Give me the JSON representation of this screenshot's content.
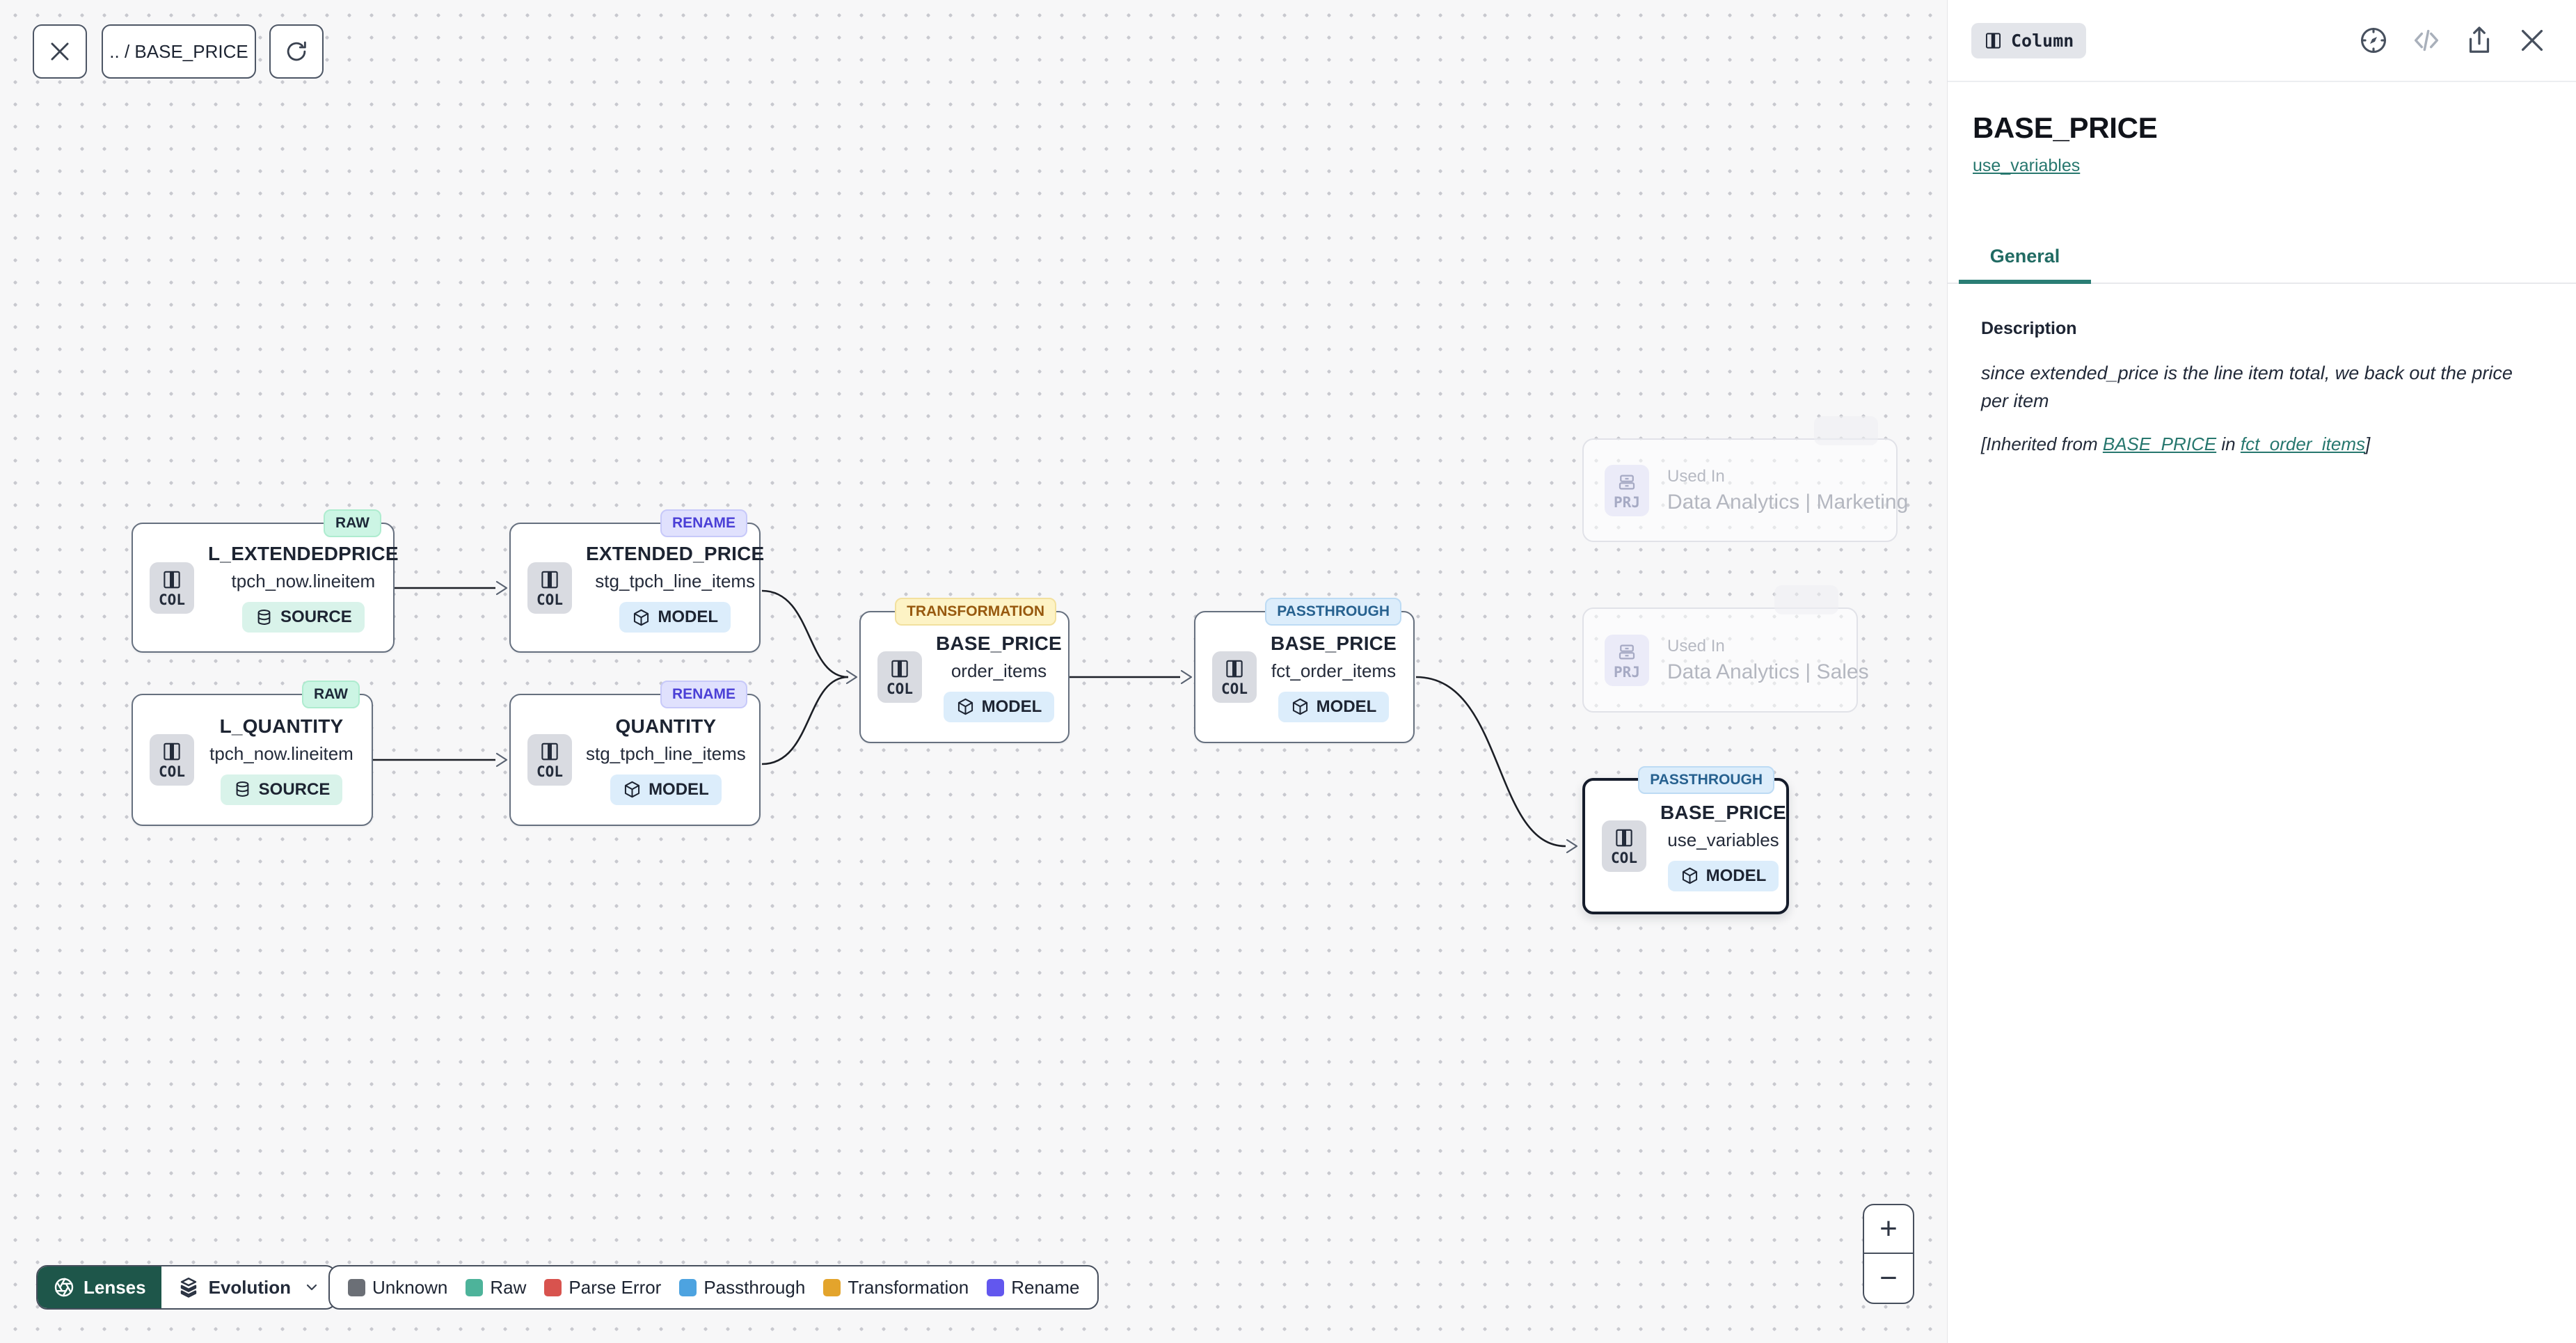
{
  "toolbar": {
    "breadcrumb": ".. / BASE_PRICE"
  },
  "canvas": {
    "nodes": [
      {
        "badge": "RAW",
        "kind": "COL",
        "title": "L_EXTENDEDPRICE",
        "subtitle": "tpch_now.lineitem",
        "pill": "SOURCE"
      },
      {
        "badge": "RENAME",
        "kind": "COL",
        "title": "EXTENDED_PRICE",
        "subtitle": "stg_tpch_line_items",
        "pill": "MODEL"
      },
      {
        "badge": "RAW",
        "kind": "COL",
        "title": "L_QUANTITY",
        "subtitle": "tpch_now.lineitem",
        "pill": "SOURCE"
      },
      {
        "badge": "RENAME",
        "kind": "COL",
        "title": "QUANTITY",
        "subtitle": "stg_tpch_line_items",
        "pill": "MODEL"
      },
      {
        "badge": "TRANSFORMATION",
        "kind": "COL",
        "title": "BASE_PRICE",
        "subtitle": "order_items",
        "pill": "MODEL"
      },
      {
        "badge": "PASSTHROUGH",
        "kind": "COL",
        "title": "BASE_PRICE",
        "subtitle": "fct_order_items",
        "pill": "MODEL"
      },
      {
        "badge": "PASSTHROUGH",
        "kind": "COL",
        "title": "BASE_PRICE",
        "subtitle": "use_variables",
        "pill": "MODEL"
      }
    ],
    "ghost_nodes": [
      {
        "kind": "PRJ",
        "label": "Used In",
        "name": "Data Analytics | Marketing"
      },
      {
        "kind": "PRJ",
        "label": "Used In",
        "name": "Data Analytics | Sales"
      }
    ]
  },
  "panel": {
    "type_badge": "Column",
    "title": "BASE_PRICE",
    "model_link": "use_variables",
    "tab_general": "General",
    "description_label": "Description",
    "description_body": "since extended_price is the line item total, we back out the price per item",
    "inherited_prefix": "[Inherited from ",
    "inherited_link_column": "BASE_PRICE",
    "inherited_infix": " in ",
    "inherited_link_model": "fct_order_items",
    "inherited_suffix": "]"
  },
  "footer": {
    "lenses_label": "Lenses",
    "lens_selected": "Evolution",
    "legend": [
      {
        "label": "Unknown",
        "color": "#6b6f76"
      },
      {
        "label": "Raw",
        "color": "#4db39a"
      },
      {
        "label": "Parse Error",
        "color": "#d8534e"
      },
      {
        "label": "Passthrough",
        "color": "#4da3e0"
      },
      {
        "label": "Transformation",
        "color": "#e3a42c"
      },
      {
        "label": "Rename",
        "color": "#6257ee"
      }
    ]
  },
  "zoom": {
    "in": "+",
    "out": "−"
  },
  "colors": {
    "accent_teal": "#2a7e75",
    "lenses_green": "#1e564a",
    "edge": "#1c1f26"
  }
}
